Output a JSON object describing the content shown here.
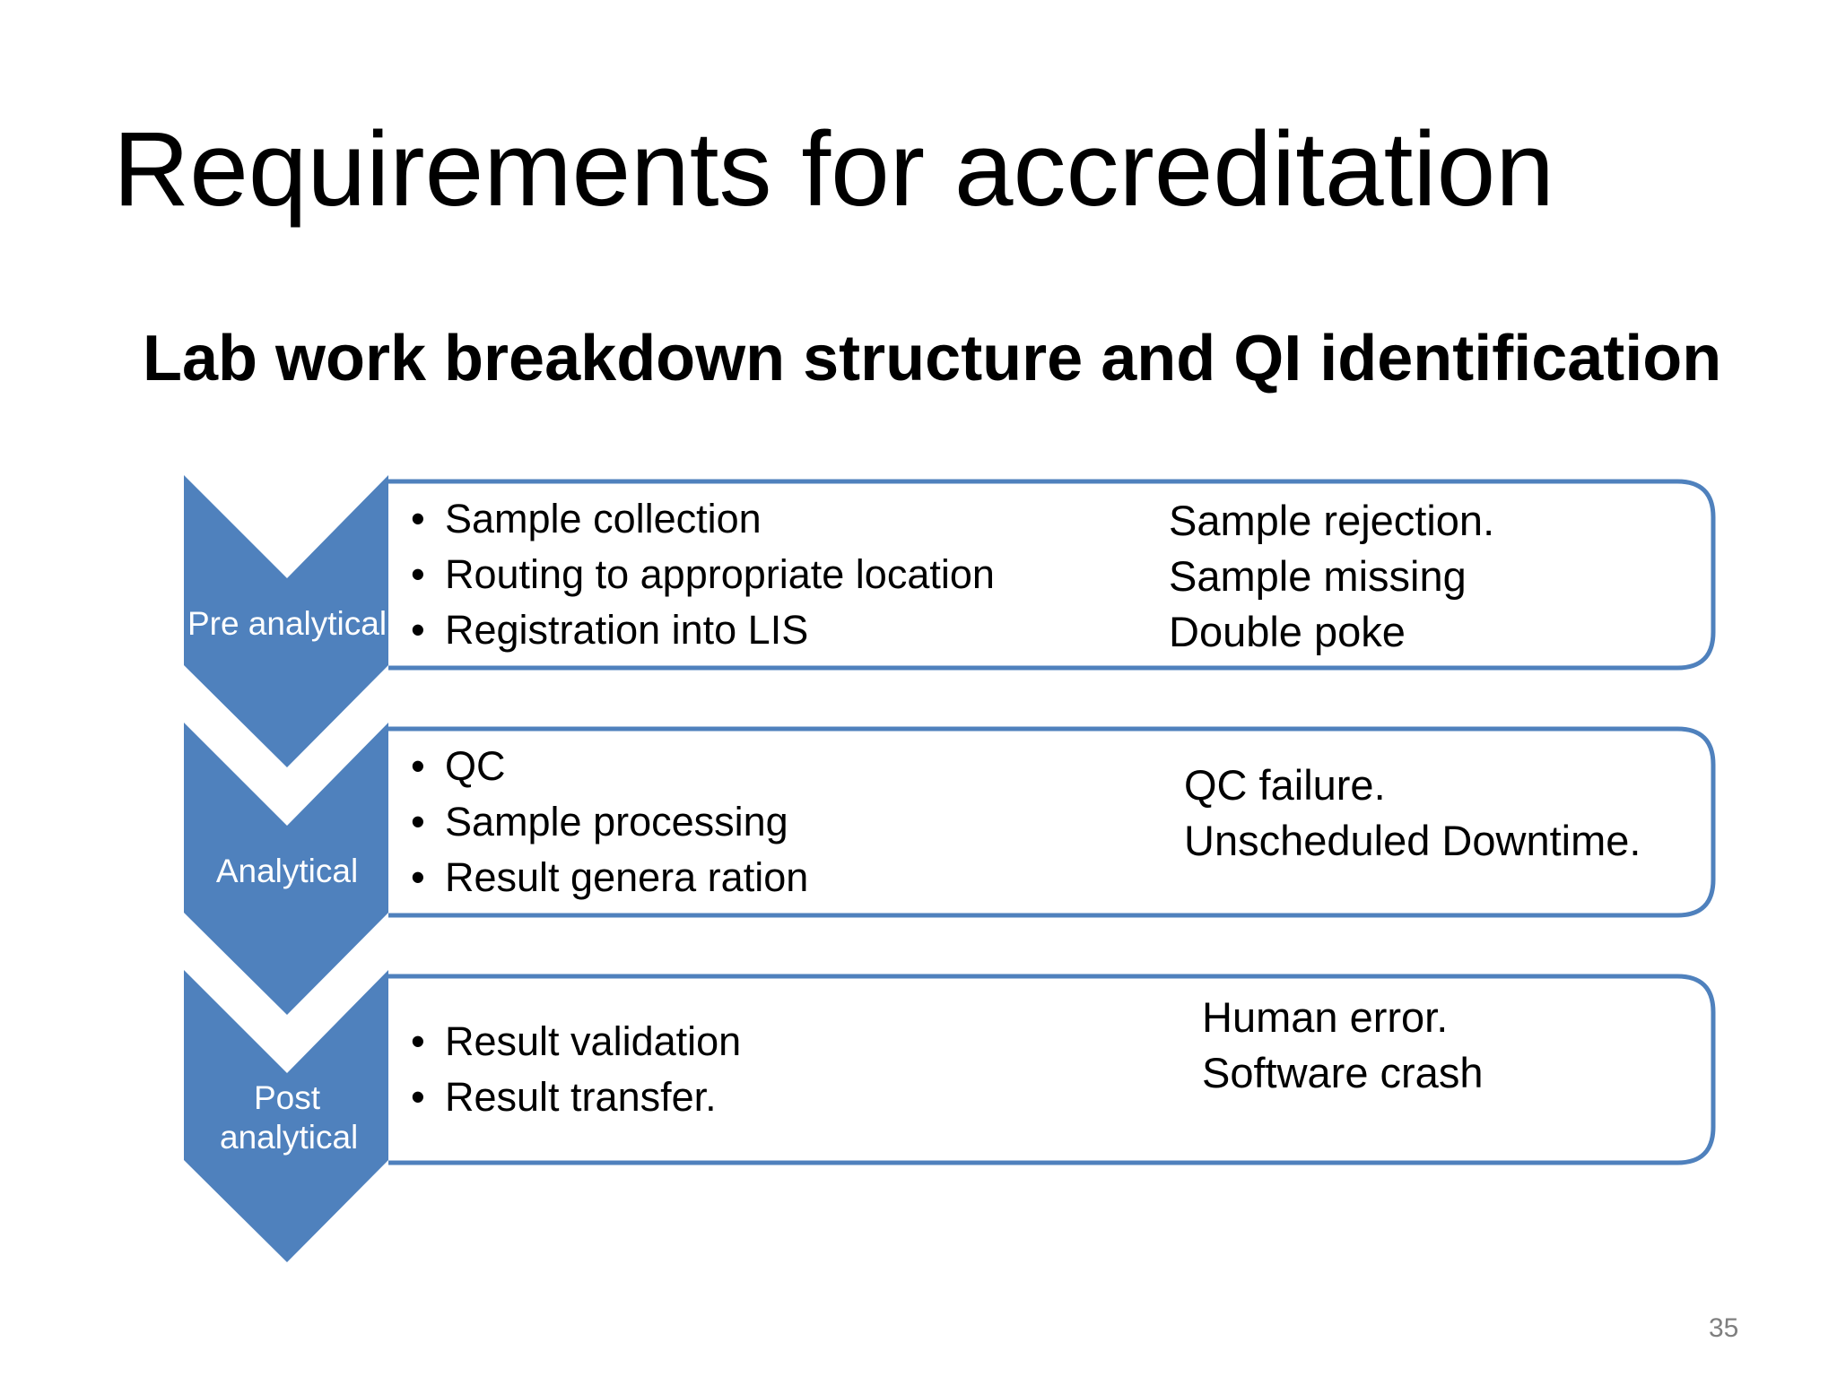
{
  "slide": {
    "title": "Requirements for accreditation",
    "subtitle": "Lab work breakdown structure and QI identification",
    "page_number": "35"
  },
  "colors": {
    "chevron_fill": "#4F81BD",
    "box_border": "#4F81BD",
    "text": "#000000",
    "page_number": "#7F7F7F"
  },
  "stages": [
    {
      "label": "Pre analytical",
      "activities": [
        "Sample collection",
        "Routing to appropriate location",
        "Registration into LIS"
      ],
      "quality_indicators": [
        "Sample rejection.",
        "Sample missing",
        "Double poke"
      ]
    },
    {
      "label": "Analytical",
      "activities": [
        "QC",
        "Sample processing",
        "Result genera ration"
      ],
      "quality_indicators": [
        "QC failure.",
        "Unscheduled Downtime."
      ]
    },
    {
      "label": "Post analytical",
      "activities": [
        "Result validation",
        "Result transfer."
      ],
      "quality_indicators": [
        "Human error.",
        "Software crash"
      ]
    }
  ]
}
